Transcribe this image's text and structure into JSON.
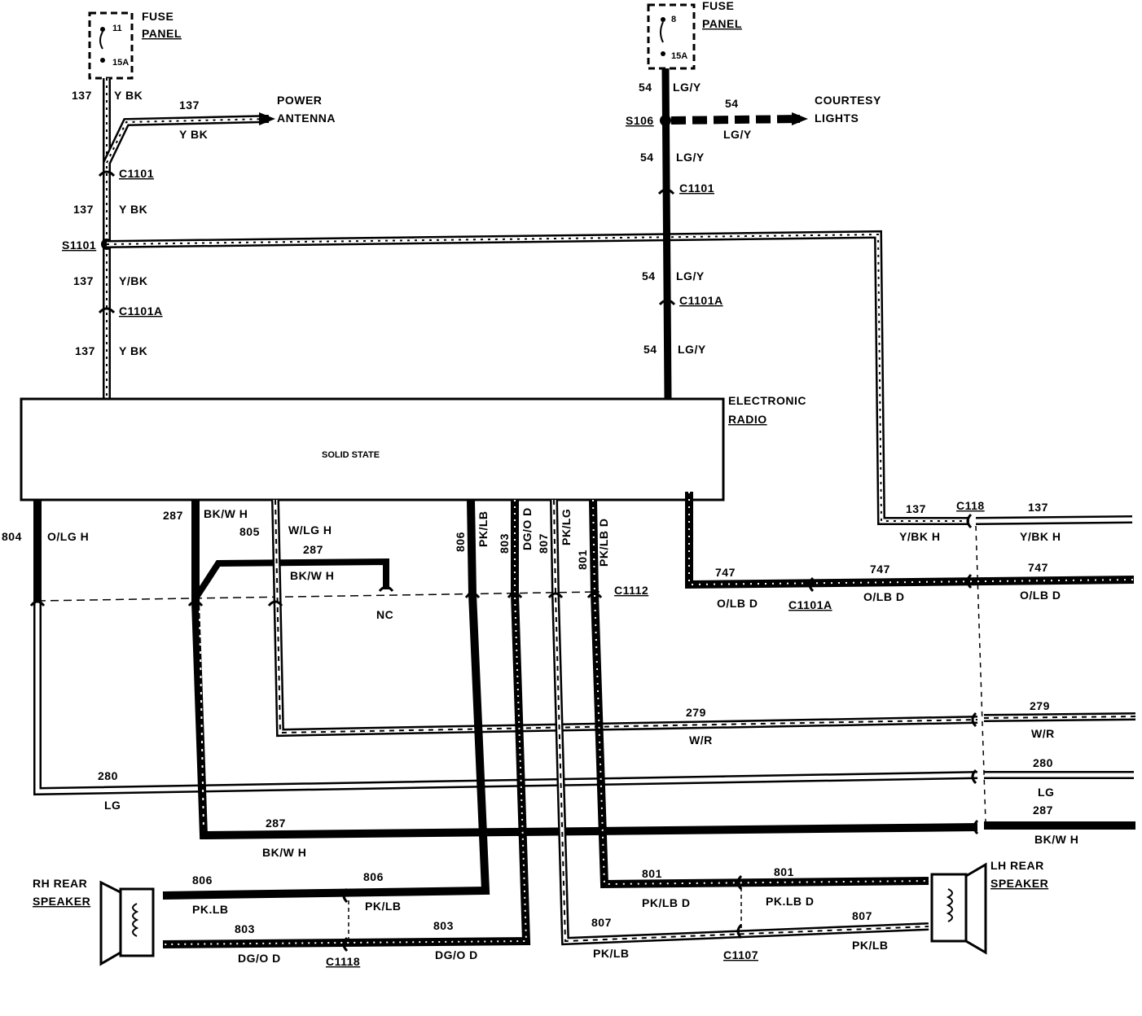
{
  "fuse_left": {
    "title_line1": "FUSE",
    "title_line2": "PANEL",
    "slot": "11",
    "rating": "15A"
  },
  "fuse_right": {
    "title_line1": "FUSE",
    "title_line2": "PANEL",
    "slot": "8",
    "rating": "15A"
  },
  "radio": {
    "label_line1": "ELECTRONIC",
    "label_line2": "RADIO",
    "inner": "SOLID STATE"
  },
  "destinations": {
    "power_antenna_1": "POWER",
    "power_antenna_2": "ANTENNA",
    "courtesy_1": "COURTESY",
    "courtesy_2": "LIGHTS",
    "nc": "NC"
  },
  "speakers": {
    "rh_1": "RH REAR",
    "rh_2": "SPEAKER",
    "lh_1": "LH REAR",
    "lh_2": "SPEAKER"
  },
  "connectors": {
    "c1101": "C1101",
    "c1101a": "C1101A",
    "s1101": "S1101",
    "s106": "S106",
    "c1112": "C1112",
    "c118": "C118",
    "c1118": "C1118",
    "c1107": "C1107"
  },
  "wires": {
    "n137": "137",
    "c137": "Y BK",
    "c137b": "Y/BK",
    "c137h": "Y/BK H",
    "n54": "54",
    "c54": "LG/Y",
    "n804": "804",
    "c804": "O/LG H",
    "n287": "287",
    "c287": "BK/W H",
    "n805": "805",
    "c805": "W/LG H",
    "n806": "806",
    "c806": "PK/LB",
    "c806b": "PK.LB",
    "n803": "803",
    "c803": "DG/O D",
    "n807": "807",
    "c807": "PK/LG",
    "c807b": "PK/LB",
    "n801": "801",
    "c801": "PK/LB D",
    "c801b": "PK.LB D",
    "n747": "747",
    "c747": "O/LB D",
    "n279": "279",
    "c279": "W/R",
    "n280": "280",
    "c280": "LG"
  }
}
